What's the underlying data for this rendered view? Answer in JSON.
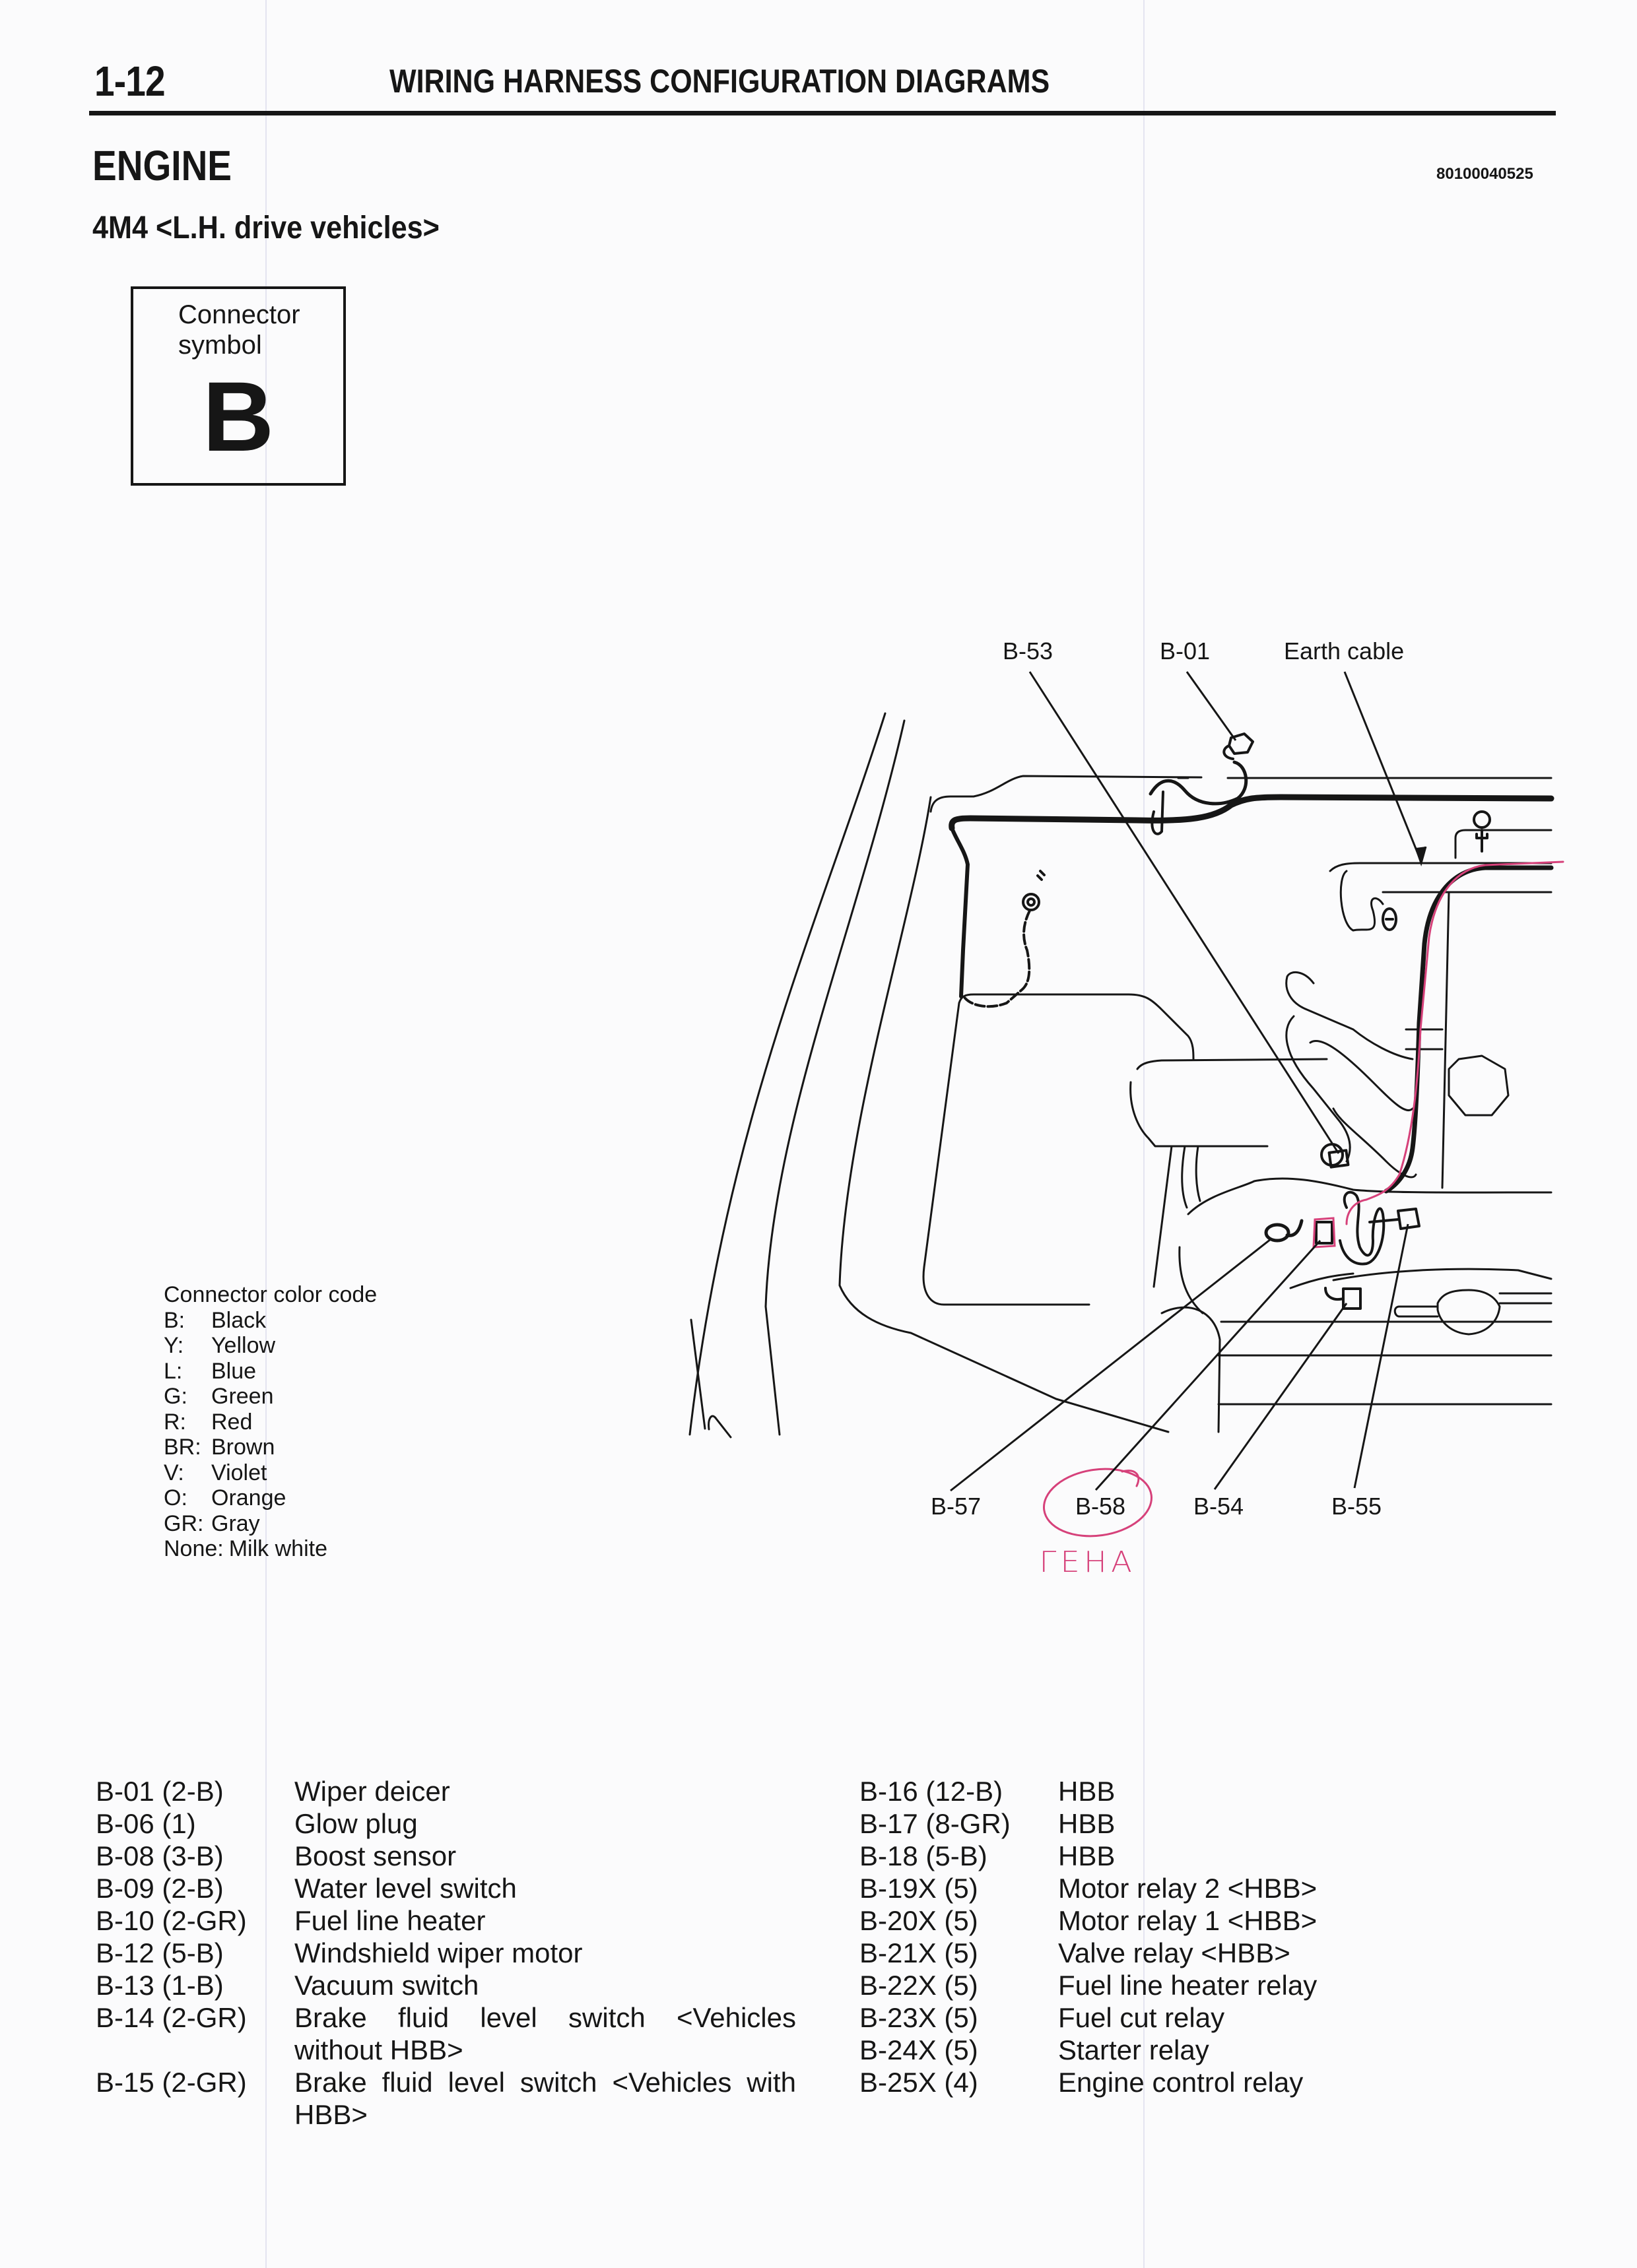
{
  "header": {
    "page_number": "1-12",
    "running_title": "WIRING HARNESS CONFIGURATION DIAGRAMS",
    "section_title": "ENGINE",
    "document_id": "80100040525",
    "subtitle": "4M4 <L.H. drive vehicles>"
  },
  "connector_symbol": {
    "caption_line1": "Connector",
    "caption_line2": "symbol",
    "letter": "B"
  },
  "color_code": {
    "title": "Connector color code",
    "entries": [
      {
        "code": "B:",
        "color": "Black"
      },
      {
        "code": "Y:",
        "color": "Yellow"
      },
      {
        "code": "L:",
        "color": "Blue"
      },
      {
        "code": "G:",
        "color": "Green"
      },
      {
        "code": "R:",
        "color": "Red"
      },
      {
        "code": "BR:",
        "color": "Brown"
      },
      {
        "code": "V:",
        "color": "Violet"
      },
      {
        "code": "O:",
        "color": "Orange"
      },
      {
        "code": "GR:",
        "color": "Gray"
      },
      {
        "code": "None:",
        "color": "Milk white"
      }
    ]
  },
  "diagram": {
    "top_labels": [
      "B-53",
      "B-01",
      "Earth cable"
    ],
    "bottom_labels": [
      "B-57",
      "B-58",
      "B-54",
      "B-55"
    ],
    "annotation": {
      "circled_label": "B-58",
      "handwritten_text": "ГЕНА",
      "ink_color": "#d6417a"
    },
    "line_color": "#161616"
  },
  "connectors_left": [
    {
      "code": "B-01 (2-B)",
      "description": "Wiper deicer"
    },
    {
      "code": "B-06 (1)",
      "description": "Glow plug"
    },
    {
      "code": "B-08 (3-B)",
      "description": "Boost sensor"
    },
    {
      "code": "B-09 (2-B)",
      "description": "Water level switch"
    },
    {
      "code": "B-10 (2-GR)",
      "description": "Fuel line heater"
    },
    {
      "code": "B-12 (5-B)",
      "description": "Windshield wiper motor"
    },
    {
      "code": "B-13 (1-B)",
      "description": "Vacuum switch"
    },
    {
      "code": "B-14 (2-GR)",
      "description": "Brake fluid level switch <Vehicles without HBB>"
    },
    {
      "code": "B-15 (2-GR)",
      "description": "Brake fluid level switch <Vehicles with HBB>"
    }
  ],
  "connectors_right": [
    {
      "code": "B-16 (12-B)",
      "description": "HBB"
    },
    {
      "code": "B-17 (8-GR)",
      "description": "HBB"
    },
    {
      "code": "B-18 (5-B)",
      "description": "HBB"
    },
    {
      "code": "B-19X (5)",
      "description": "Motor relay 2 <HBB>"
    },
    {
      "code": "B-20X (5)",
      "description": "Motor relay 1 <HBB>"
    },
    {
      "code": "B-21X (5)",
      "description": "Valve relay <HBB>"
    },
    {
      "code": "B-22X (5)",
      "description": "Fuel line heater relay"
    },
    {
      "code": "B-23X (5)",
      "description": "Fuel cut relay"
    },
    {
      "code": "B-24X (5)",
      "description": "Starter relay"
    },
    {
      "code": "B-25X (4)",
      "description": "Engine control relay"
    }
  ]
}
